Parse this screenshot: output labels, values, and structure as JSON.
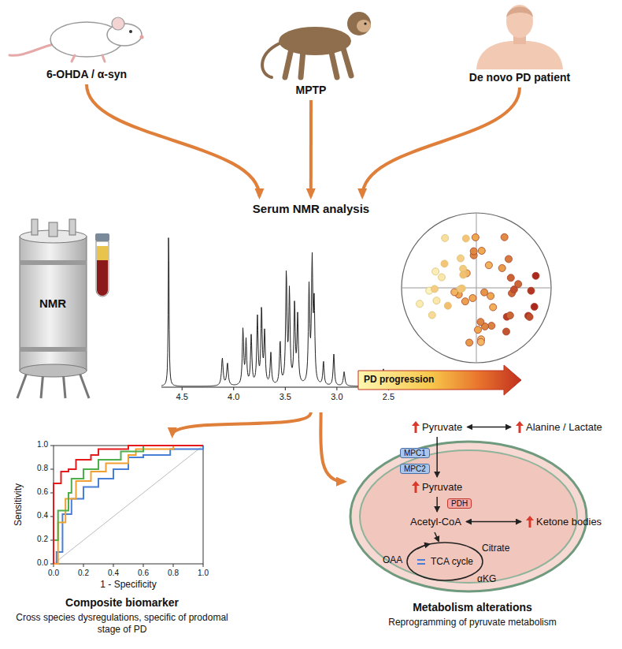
{
  "diagram": {
    "nodes": [
      {
        "text": [
          "6-OHDA / α-syn"
        ]
      },
      {
        "text": [
          "MPTP"
        ]
      },
      {
        "text": [
          "De novo PD patient"
        ]
      },
      {
        "text": [
          "Serum NMR analysis"
        ]
      },
      {
        "text": [
          "Composite biomarker",
          "Cross species dysregulations, specific of prodomal stage of PD"
        ]
      },
      {
        "text": [
          "Metabolism alterations",
          "Reprogramming of pyruvate metabolism"
        ]
      },
      {
        "text": [
          "Pyruvate"
        ],
        "in": 5
      },
      {
        "text": [
          "Alanine / Lactate"
        ],
        "in": 5
      },
      {
        "text": [
          "MPC1"
        ],
        "in": 5
      },
      {
        "text": [
          "MPC2"
        ],
        "in": 5
      },
      {
        "text": [
          "Pyruvate"
        ],
        "in": 5
      },
      {
        "text": [
          "PDH"
        ],
        "in": 5
      },
      {
        "text": [
          "Acetyl-CoA"
        ],
        "in": 5
      },
      {
        "text": [
          "Ketone bodies"
        ],
        "in": 5
      }
    ],
    "edges": [
      {
        "from": 0,
        "to": 3,
        "arrow": "to"
      },
      {
        "from": 1,
        "to": 3,
        "arrow": "to"
      },
      {
        "from": 2,
        "to": 3,
        "arrow": "to"
      },
      {
        "from": 3,
        "to": 4,
        "arrow": "to"
      },
      {
        "from": 3,
        "to": 5,
        "arrow": "to"
      },
      {
        "from": 6,
        "to": 7,
        "arrow": "both"
      },
      {
        "from": 6,
        "to": 10,
        "arrow": "to"
      },
      {
        "from": 10,
        "to": 12,
        "arrow": "to"
      },
      {
        "from": 12,
        "to": 13,
        "arrow": "both"
      }
    ],
    "labels": [
      "NMR",
      "4.5",
      "4.0",
      "3.5",
      "3.0",
      "2.5",
      "PD progression",
      "Sensitivity",
      "0.0",
      "0.2",
      "0.4",
      "0.6",
      "0.8",
      "1.0",
      "0.0",
      "0.2",
      "0.4",
      "0.6",
      "0.8",
      "1.0",
      "1 - Specificity",
      "OAA",
      "Citrate",
      "TCA cycle",
      "αKG"
    ]
  }
}
